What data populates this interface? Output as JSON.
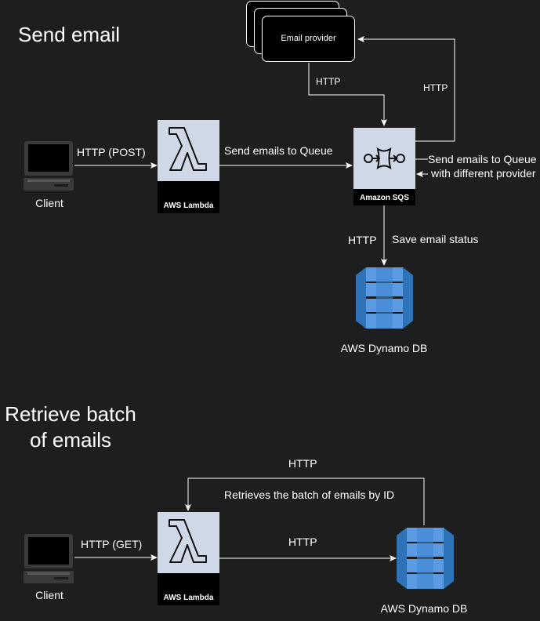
{
  "colors": {
    "background": "#1e1e1e",
    "line": "#ffffff",
    "service_tile": "#cfd8e6",
    "dynamo_light": "#5a9be3",
    "dynamo_dark": "#2e73b8"
  },
  "send_section": {
    "title": "Send email",
    "client_label": "Client",
    "client_to_lambda": "HTTP (POST)",
    "lambda_caption": "AWS Lambda",
    "lambda_to_queue": "Send emails to Queue",
    "sqs_caption": "Amazon SQS",
    "provider_label": "Email provider",
    "provider_to_sqs_http": "HTTP",
    "sqs_to_provider_http": "HTTP",
    "resend_line1": "Send emails to Queue",
    "resend_line2": "with different provider",
    "sqs_to_dynamo_http": "HTTP",
    "save_status": "Save email status",
    "dynamo_label": "AWS Dynamo DB"
  },
  "retrieve_section": {
    "title_line1": "Retrieve batch",
    "title_line2": "of emails",
    "client_label": "Client",
    "client_to_lambda": "HTTP (GET)",
    "lambda_caption": "AWS Lambda",
    "lambda_to_dynamo_http": "HTTP",
    "dynamo_to_lambda_http": "HTTP",
    "retrieve_by_id": "Retrieves the batch of emails by ID",
    "dynamo_label": "AWS Dynamo DB"
  },
  "icons": [
    "laptop-icon",
    "lambda-icon",
    "sqs-icon",
    "dynamodb-icon"
  ]
}
